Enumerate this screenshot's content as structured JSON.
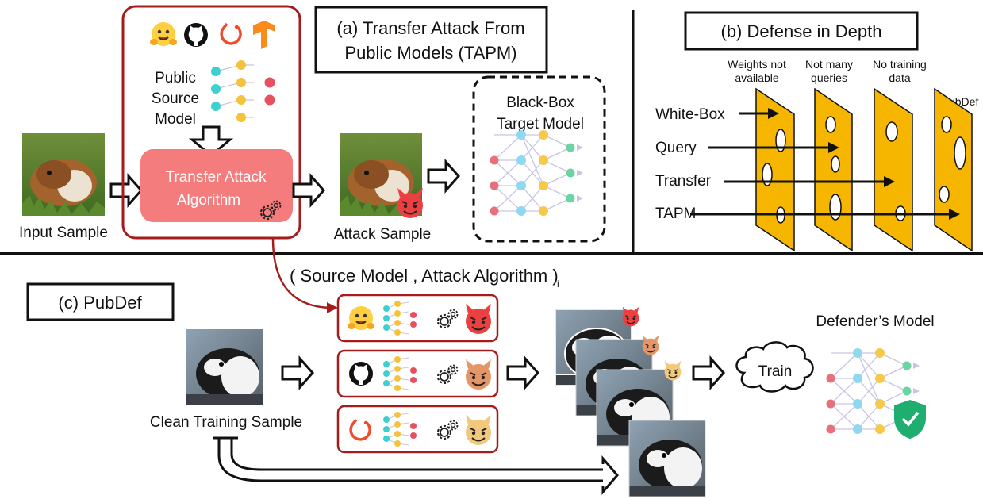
{
  "panel_a": {
    "title_line1": "(a) Transfer Attack From",
    "title_line2": "Public Models (TAPM)",
    "source_model_line1": "Public",
    "source_model_line2": "Source",
    "source_model_line3": "Model",
    "algorithm_line1": "Transfer Attack",
    "algorithm_line2": "Algorithm",
    "target_line1": "Black-Box",
    "target_line2": "Target Model",
    "input_label": "Input Sample",
    "attack_label": "Attack Sample"
  },
  "panel_b": {
    "title": "(b) Defense in Depth",
    "layers": [
      {
        "line1": "Weights not",
        "line2": "available"
      },
      {
        "line1": "Not many",
        "line2": "queries"
      },
      {
        "line1": "No training",
        "line2": "data"
      },
      {
        "line1": "PubDef",
        "line2": ""
      }
    ],
    "attacks": [
      "White-Box",
      "Query",
      "Transfer",
      "TAPM"
    ]
  },
  "panel_c": {
    "title": "(c) PubDef",
    "tuple_label": "( Source Model , Attack Algorithm )",
    "tuple_subscript": "i",
    "clean_label": "Clean Training Sample",
    "train_label": "Train",
    "defender_label": "Defender’s Model"
  },
  "colors": {
    "dark_red": "#a51c1c",
    "algorithm_fill": "#f47c7c",
    "defense_layer": "#f6b600",
    "shield": "#1fae6f"
  },
  "icons": [
    "huggingface-icon",
    "github-icon",
    "pytorch-icon",
    "tensorflow-icon",
    "gear-icon",
    "devil-icon",
    "shield-check-icon",
    "cloud-icon",
    "guinea-pig-photo"
  ]
}
